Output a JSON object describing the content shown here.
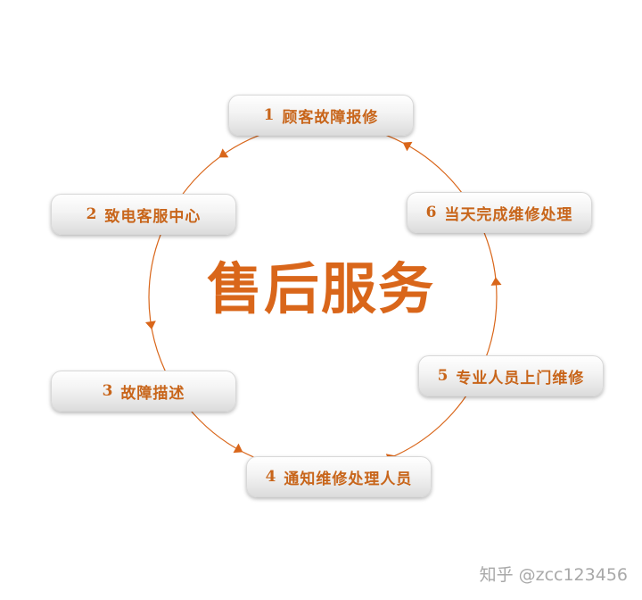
{
  "diagram": {
    "title": "售后服务",
    "accent_color": "#d9661a",
    "steps": [
      {
        "num": "1",
        "label": "顾客故障报修"
      },
      {
        "num": "2",
        "label": "致电客服中心"
      },
      {
        "num": "3",
        "label": "故障描述"
      },
      {
        "num": "4",
        "label": "通知维修处理人员"
      },
      {
        "num": "5",
        "label": "专业人员上门维修"
      },
      {
        "num": "6",
        "label": "当天完成维修处理"
      }
    ]
  },
  "watermark": {
    "text": "知乎 @zcc123456"
  }
}
